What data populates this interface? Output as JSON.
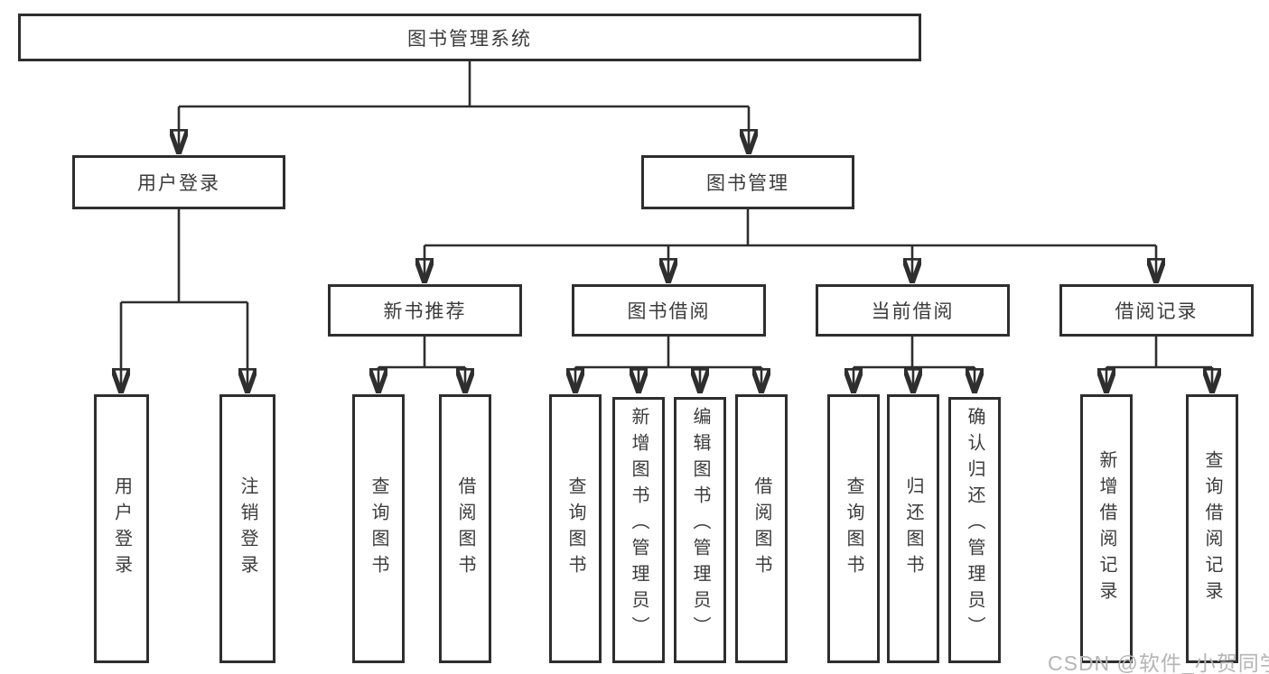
{
  "diagram_title": "图书管理系统",
  "tree": {
    "label": "图书管理系统",
    "children": [
      {
        "label": "用户登录",
        "children": [
          {
            "label": "用户登录"
          },
          {
            "label": "注销登录"
          }
        ]
      },
      {
        "label": "图书管理",
        "children": [
          {
            "label": "新书推荐",
            "children": [
              {
                "label": "查询图书"
              },
              {
                "label": "借阅图书"
              }
            ]
          },
          {
            "label": "图书借阅",
            "children": [
              {
                "label": "查询图书"
              },
              {
                "label": "新增图书（管理员）"
              },
              {
                "label": "编辑图书（管理员）"
              },
              {
                "label": "借阅图书"
              }
            ]
          },
          {
            "label": "当前借阅",
            "children": [
              {
                "label": "查询图书"
              },
              {
                "label": "归还图书"
              },
              {
                "label": "确认归还（管理员）"
              }
            ]
          },
          {
            "label": "借阅记录",
            "children": [
              {
                "label": "新增借阅记录"
              },
              {
                "label": "查询借阅记录"
              }
            ]
          }
        ]
      }
    ]
  },
  "watermark": {
    "text": "CSDN @软件_小贺同学"
  },
  "colors": {
    "line": "#2e2e2e",
    "text": "#3b3b3b",
    "watermark": "#b5b5b5",
    "background": "#ffffff"
  }
}
